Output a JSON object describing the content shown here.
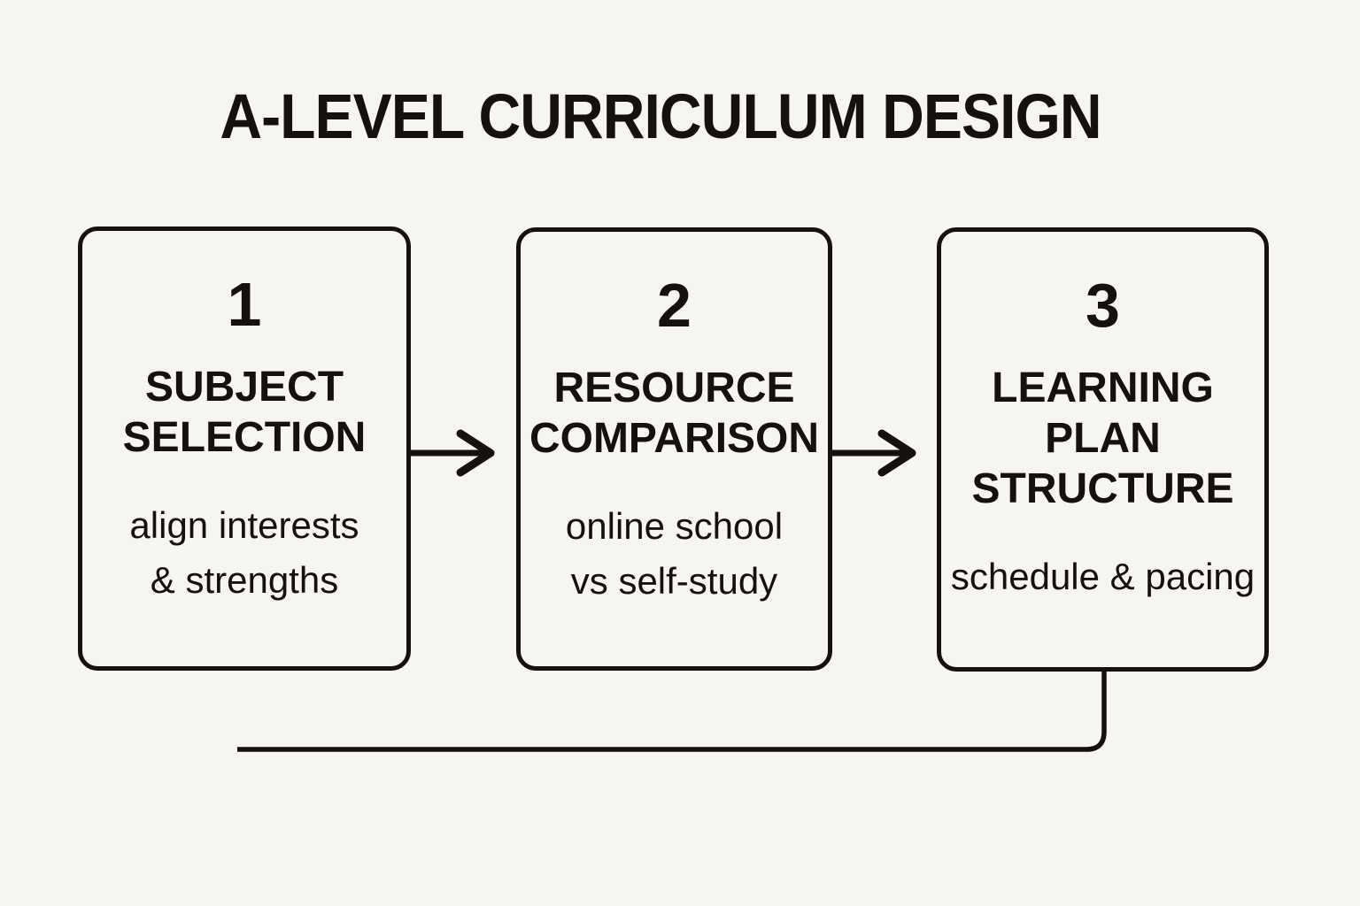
{
  "title": "A-LEVEL CURRICULUM DESIGN",
  "colors": {
    "background": "#f7f5f0",
    "ink": "#14110e"
  },
  "steps": [
    {
      "number": "1",
      "heading": "SUBJECT\nSELECTION",
      "description": "align interests\n& strengths"
    },
    {
      "number": "2",
      "heading": "RESOURCE\nCOMPARISON",
      "description": "online school\nvs self-study"
    },
    {
      "number": "3",
      "heading": "LEARNING\nPLAN\nSTRUCTURE",
      "description": "schedule & pacing"
    }
  ]
}
